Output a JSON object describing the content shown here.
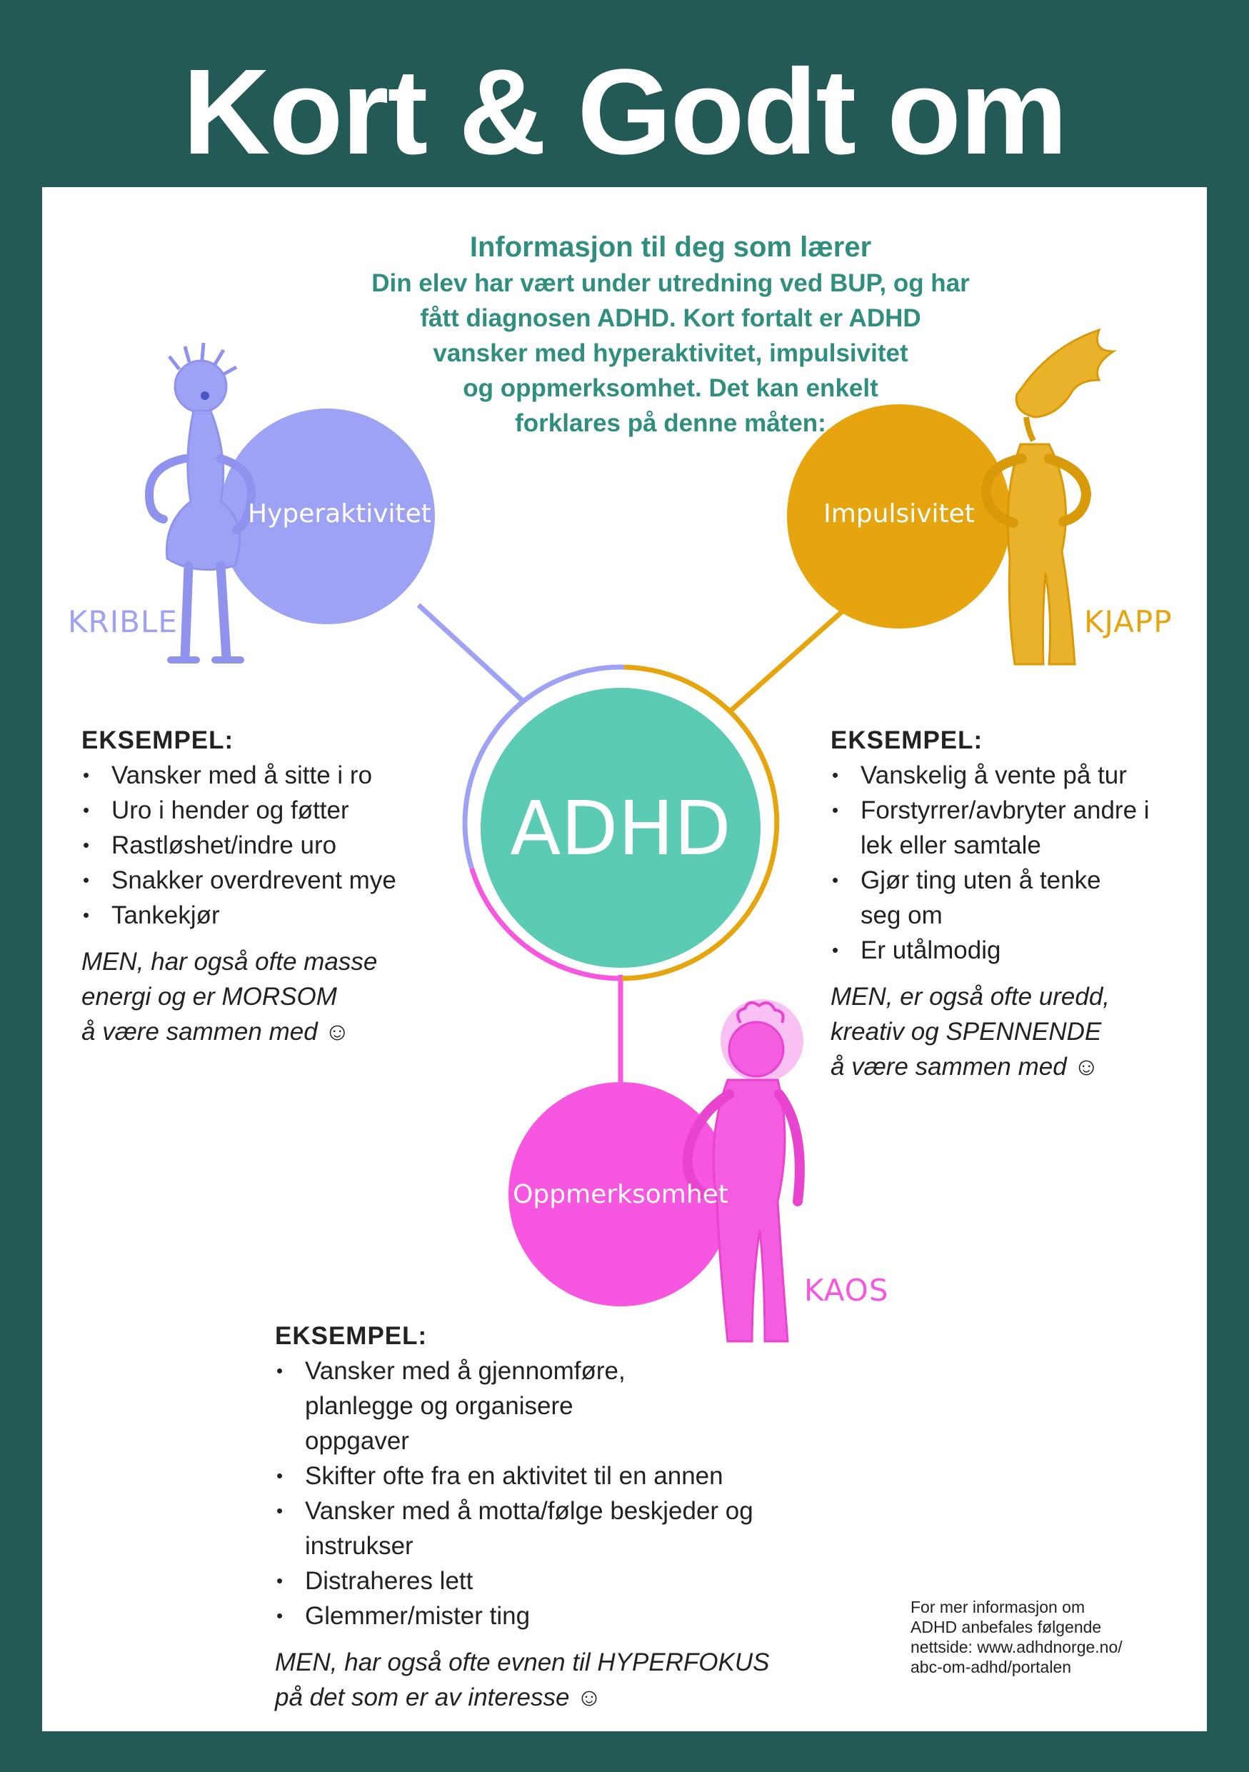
{
  "title": "Kort & Godt om ADHD",
  "intro": {
    "heading": "Informasjon til deg som lærer",
    "lines": [
      "Din elev har vært under utredning ved BUP, og har",
      "fått diagnosen ADHD. Kort fortalt er ADHD",
      "vansker med hyperaktivitet, impulsivitet",
      "og oppmerksomhet. Det kan enkelt",
      "forklares på denne måten:"
    ]
  },
  "center": {
    "label": "ADHD"
  },
  "colors": {
    "background": "#245a55",
    "intro_text": "#2f8e7e",
    "adhd": "#5bcbb3",
    "hyperaktivitet": "#9ea2f5",
    "impulsivitet": "#e6a50e",
    "oppmerksomhet": "#f756e0"
  },
  "circles": {
    "hyperaktivitet": {
      "label": "Hyperaktivitet",
      "character": "KRIBLE"
    },
    "impulsivitet": {
      "label": "Impulsivitet",
      "character": "KJAPP"
    },
    "oppmerksomhet": {
      "label": "Oppmerksomhet",
      "character": "KAOS"
    }
  },
  "examples": {
    "hyperaktivitet": {
      "heading": "EKSEMPEL:",
      "items": [
        "Vansker med å sitte i ro",
        "Uro i hender og føtter",
        "Rastløshet/indre uro",
        "Snakker overdrevent mye",
        "Tankekjør"
      ],
      "men_lines": [
        "MEN, har også ofte masse",
        "energi og er MORSOM",
        "å være sammen med ☺"
      ]
    },
    "impulsivitet": {
      "heading": "EKSEMPEL:",
      "items": [
        "Vanskelig å vente på tur",
        "Forstyrrer/avbryter andre i lek eller samtale",
        "Gjør ting uten å tenke seg om",
        "Er utålmodig"
      ],
      "men_lines": [
        "MEN, er også ofte uredd,",
        "kreativ og SPENNENDE",
        "å være sammen med ☺"
      ]
    },
    "oppmerksomhet": {
      "heading": "EKSEMPEL:",
      "items": [
        "Vansker med å gjennomføre, planlegge og organisere oppgaver",
        "Skifter ofte fra en aktivitet til en annen",
        "Vansker med å motta/følge beskjeder og instrukser",
        "Distraheres lett",
        "Glemmer/mister ting"
      ],
      "men_lines": [
        "MEN, har også ofte evnen til HYPERFOKUS",
        "på det som er av interesse ☺"
      ]
    }
  },
  "footnote": {
    "lines": [
      "For mer informasjon om",
      "ADHD anbefales følgende",
      "nettside: www.adhdnorge.no/",
      "abc-om-adhd/portalen"
    ]
  }
}
